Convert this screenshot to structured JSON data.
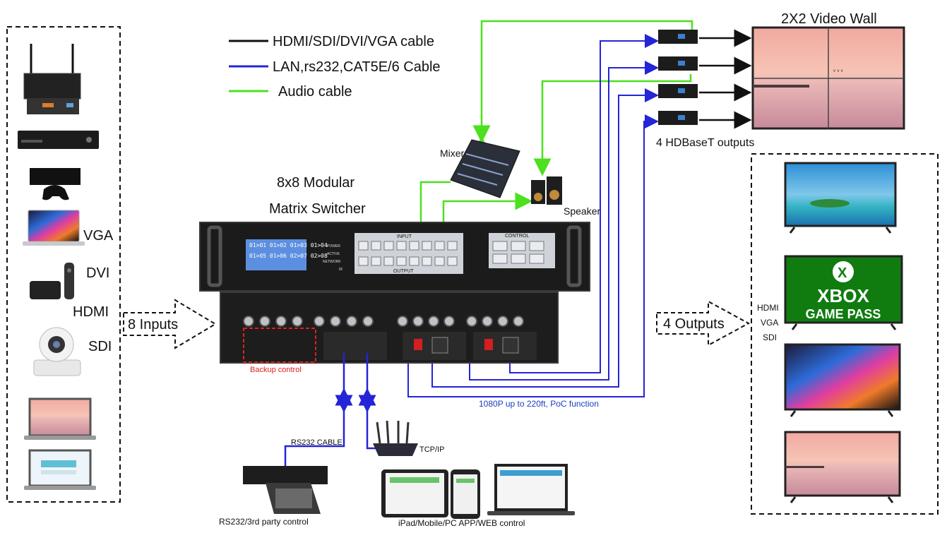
{
  "legend": {
    "hdmi_cable": "HDMI/SDI/DVI/VGA cable",
    "lan_cable": "LAN,rs232,CAT5E/6 Cable",
    "audio_cable": "Audio cable"
  },
  "colors": {
    "hdmi": "#111111",
    "lan": "#2424d8",
    "audio": "#4ce01e",
    "backup_red": "#e02020",
    "caption_blue": "#1a3fc0",
    "xbox_green": "#107C10"
  },
  "matrix": {
    "title_line1": "8x8 Modular",
    "title_line2": "Matrix Switcher",
    "panel_input": "INPUT",
    "panel_output": "OUTPUT",
    "panel_control": "CONTROL",
    "indicators": [
      "POWER",
      "ACTIVE",
      "NETWORK",
      "IR"
    ],
    "lcd_line1": "01>01 01>02 01>03 01>04",
    "lcd_line2": "01>05 01>06 02>07 02>08",
    "backup_label": "Backup control"
  },
  "inputs": {
    "label": "8 Inputs",
    "types": [
      "VGA",
      "DVI",
      "HDMI",
      "SDI"
    ]
  },
  "outputs": {
    "label": "4 Outputs",
    "types": [
      "HDMI",
      "VGA",
      "SDI"
    ]
  },
  "video_wall": {
    "title": "2X2 Video Wall",
    "hdbaset_label": "4 HDBaseT outputs"
  },
  "audio": {
    "mixer_label": "Mixer",
    "speaker_label": "Speaker"
  },
  "control": {
    "rs232_cable_label": "RS232 CABLE",
    "tcpip_label": "TCP/IP",
    "rs232_control_label": "RS232/3rd party control",
    "app_control_label": "iPad/Mobile/PC APP/WEB control"
  },
  "distance_label": "1080P up to 220ft, PoC function",
  "xbox": {
    "line1": "XBOX",
    "line2": "GAME PASS"
  }
}
